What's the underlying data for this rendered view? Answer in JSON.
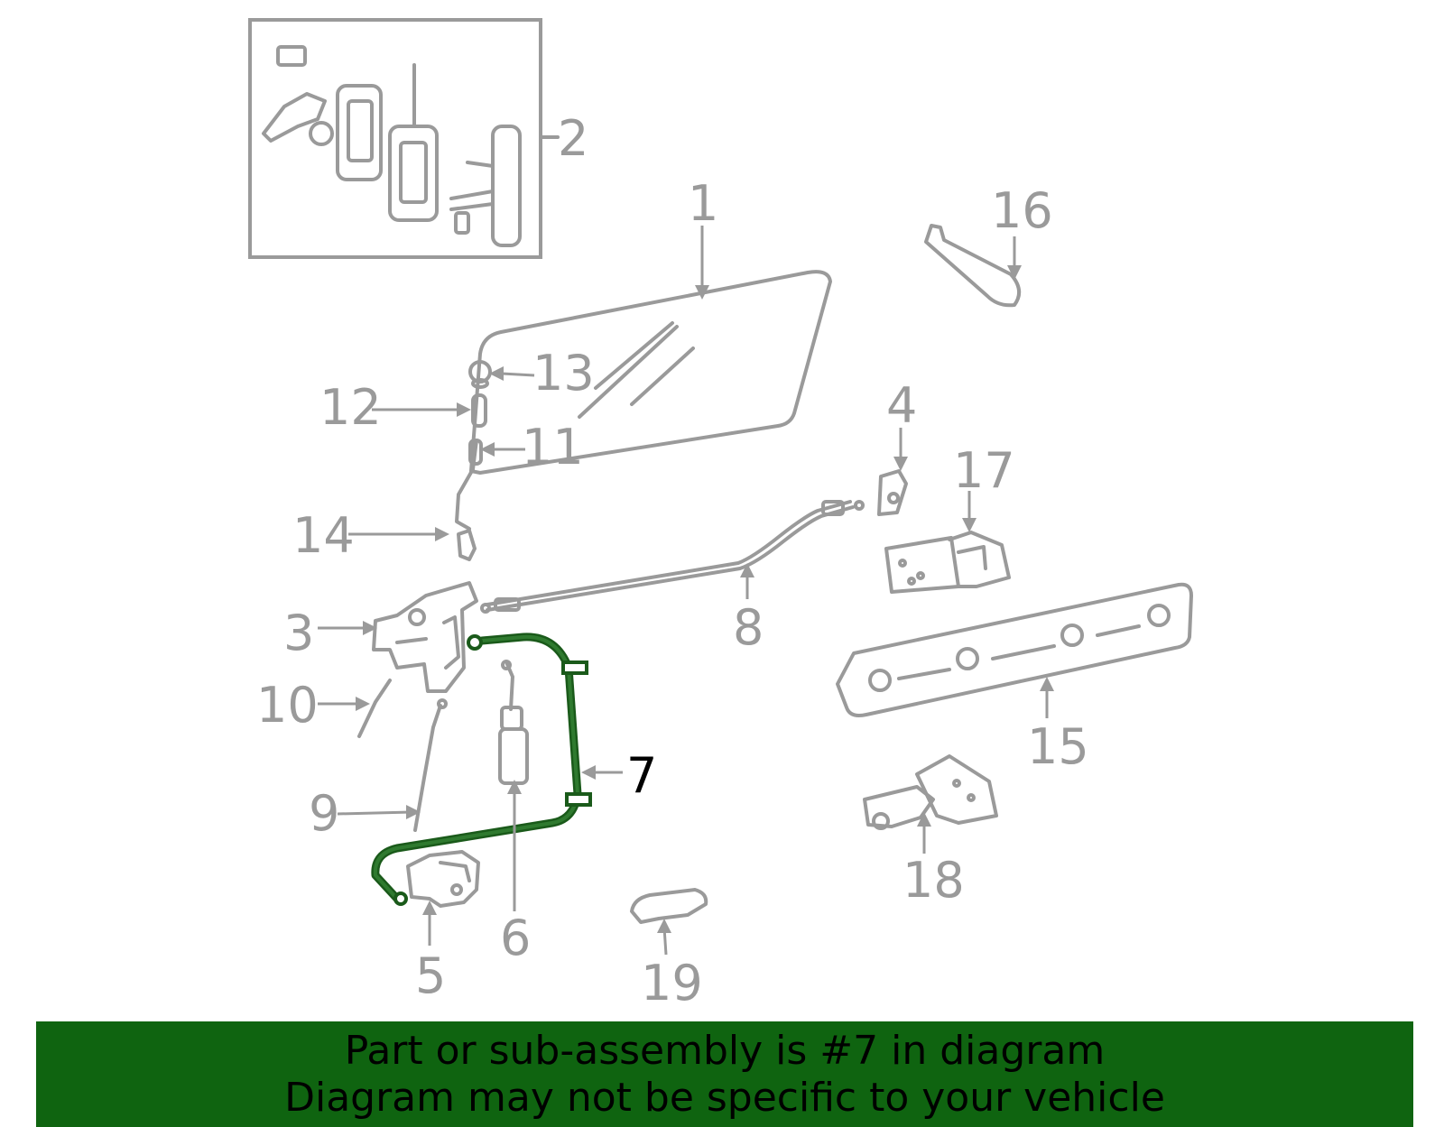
{
  "diagram": {
    "callouts": [
      "1",
      "2",
      "3",
      "4",
      "5",
      "6",
      "7",
      "8",
      "9",
      "10",
      "11",
      "12",
      "13",
      "14",
      "15",
      "16",
      "17",
      "18",
      "19"
    ],
    "highlighted_part": "7",
    "colors": {
      "part_stroke": "#9a9a9a",
      "highlight_stroke": "#1a5a1a",
      "highlight_label": "#000000",
      "banner_background": "#0f6410"
    }
  },
  "banner": {
    "line1": "Part or sub-assembly is #7 in diagram",
    "line2": "Diagram may not be specific to your vehicle"
  }
}
